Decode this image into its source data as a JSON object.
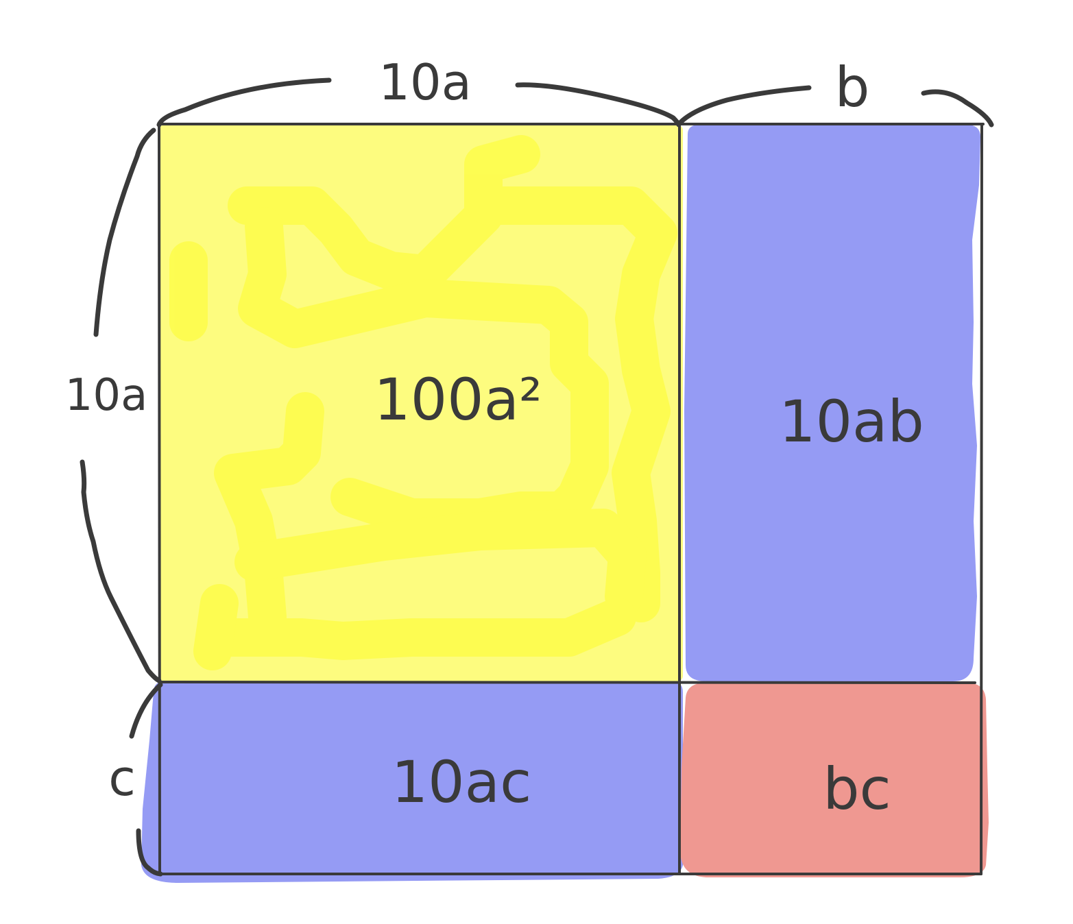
{
  "diagram": {
    "top_labels": {
      "left": "10a",
      "right": "b"
    },
    "side_labels": {
      "top": "10a",
      "bottom": "c"
    },
    "regions": {
      "top_left": "100a²",
      "top_right": "10ab",
      "bottom_left": "10ac",
      "bottom_right": "bc"
    },
    "colors": {
      "top_left": "#fdfc7c",
      "top_right": "#959bf4",
      "bottom_left": "#959bf4",
      "bottom_right": "#ef9891",
      "outline": "#3a3a3a"
    }
  }
}
